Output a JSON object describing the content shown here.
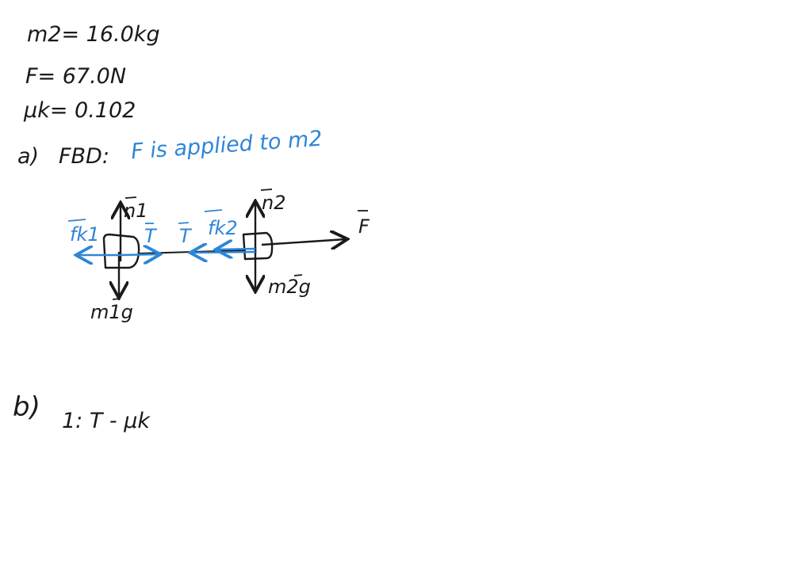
{
  "given": {
    "m2": "m2= 16.0kg",
    "F": "F= 67.0N",
    "mu": "μk= 0.102"
  },
  "part_a": {
    "marker": "a)",
    "heading": "FBD:",
    "note": "F is applied to m2"
  },
  "fbd": {
    "block1": {
      "normal": "n1",
      "friction": "fk1",
      "tension": "T",
      "weight": "m1g"
    },
    "block2": {
      "normal": "n2",
      "friction": "fk2",
      "tension": "T",
      "weight": "m2g"
    },
    "applied_force": "F"
  },
  "part_b": {
    "marker": "b)",
    "line1": "1:  T - μk"
  },
  "colors": {
    "ink": "#1a1a1a",
    "blue_ink": "#2f86d6",
    "background": "#ffffff"
  }
}
